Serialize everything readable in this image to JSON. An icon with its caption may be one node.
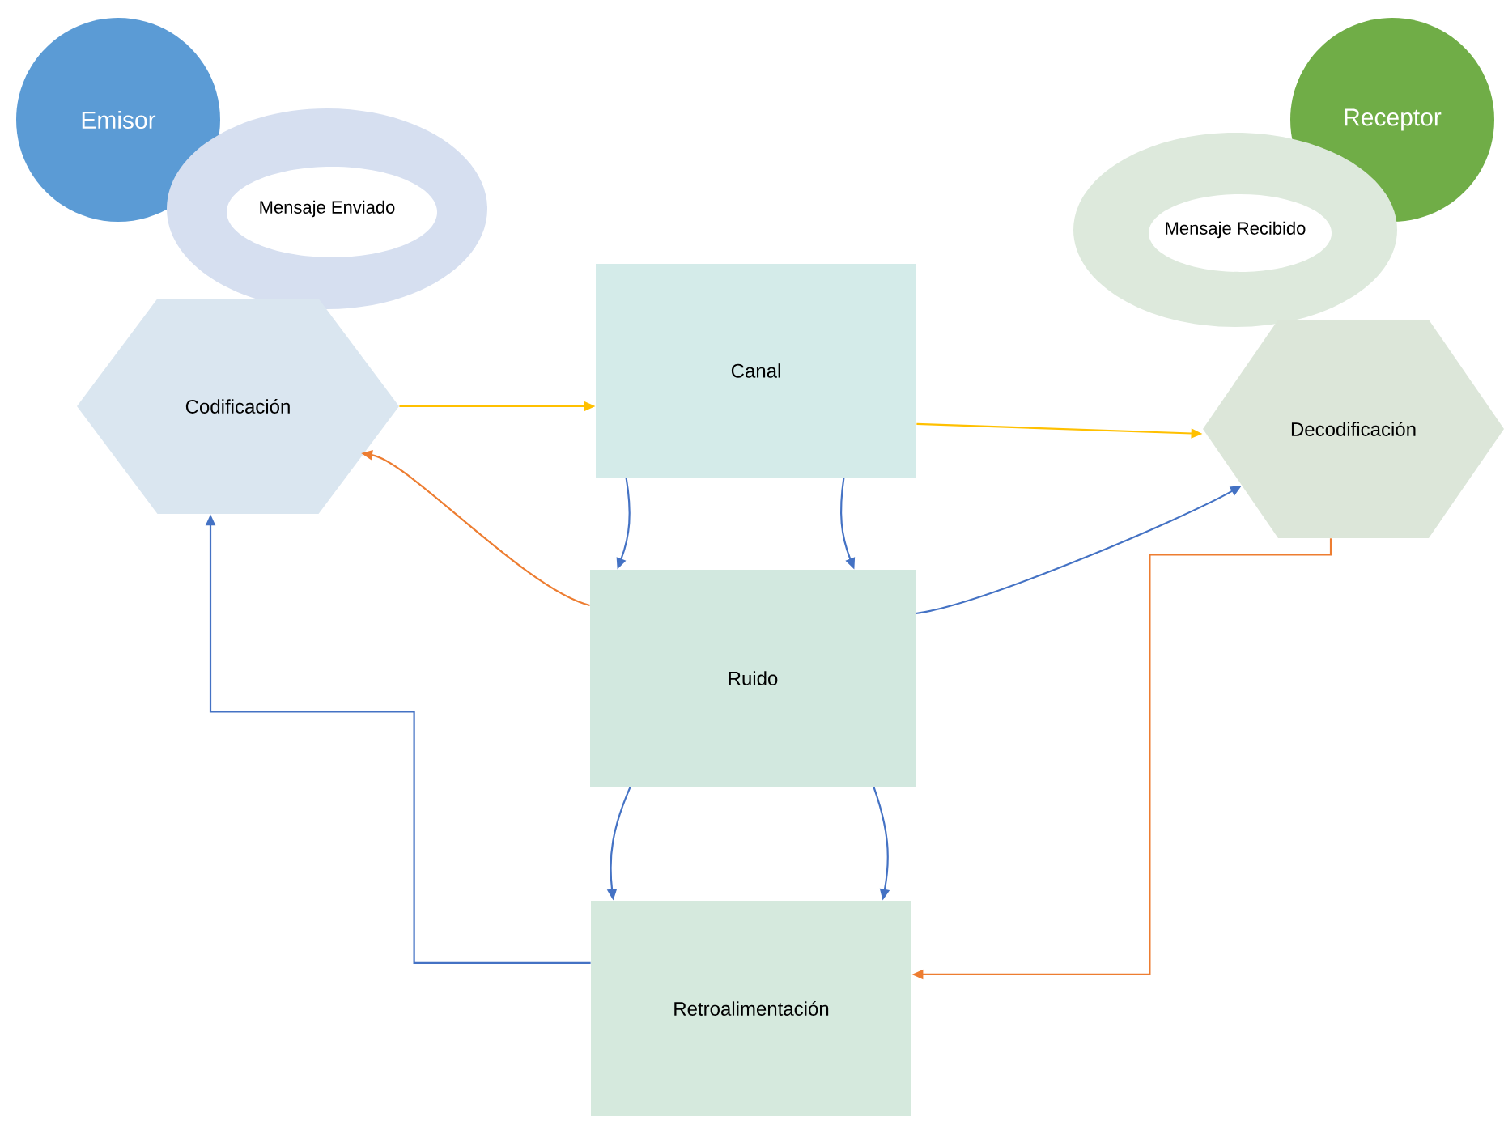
{
  "diagram": {
    "nodes": [
      {
        "text": [
          "Emisor"
        ]
      },
      {
        "text": [
          "Mensaje Enviado"
        ]
      },
      {
        "text": [
          "Codificación"
        ]
      },
      {
        "text": [
          "Canal"
        ]
      },
      {
        "text": [
          "Ruido"
        ]
      },
      {
        "text": [
          "Retroalimentación"
        ]
      },
      {
        "text": [
          "Receptor"
        ]
      },
      {
        "text": [
          "Mensaje Recibido"
        ]
      },
      {
        "text": [
          "Decodificación"
        ]
      }
    ],
    "edges": [
      {
        "from": 2,
        "to": 3,
        "arrow": "to",
        "color": "#ffc000"
      },
      {
        "from": 3,
        "to": 8,
        "arrow": "to",
        "color": "#ffc000"
      },
      {
        "from": 3,
        "to": 4,
        "arrow": "to"
      },
      {
        "from": 3,
        "to": 4,
        "arrow": "to"
      },
      {
        "from": 4,
        "to": 2,
        "arrow": "to",
        "color": "#ed7d31"
      },
      {
        "from": 4,
        "to": 8,
        "arrow": "to"
      },
      {
        "from": 4,
        "to": 5,
        "arrow": "to"
      },
      {
        "from": 4,
        "to": 5,
        "arrow": "to"
      },
      {
        "from": 5,
        "to": 2,
        "arrow": "to"
      },
      {
        "from": 8,
        "to": 5,
        "arrow": "to",
        "color": "#ed7d31"
      }
    ]
  }
}
